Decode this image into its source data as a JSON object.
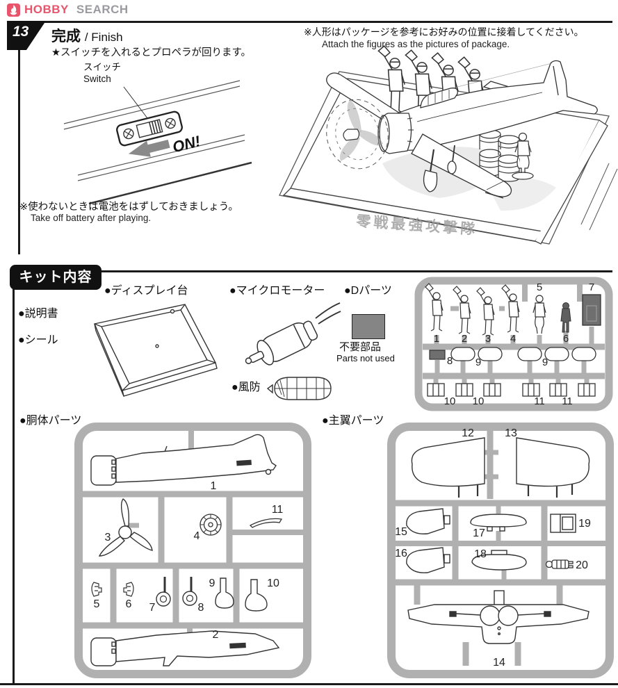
{
  "header": {
    "brand_primary": "HOBBY",
    "brand_secondary": "SEARCH",
    "brand_color": "#e8546b"
  },
  "finish": {
    "step": "13",
    "title_jp": "完成",
    "title_en": "/ Finish",
    "propeller_note": "★スイッチを入れるとプロペラが回ります。",
    "switch_jp": "スイッチ",
    "switch_en": "Switch",
    "on_label": "ON!",
    "battery_jp": "※使わないときは電池をはずしておきましょう。",
    "battery_en": "Take off battery after playing.",
    "figures_jp": "※人形はパッケージを参考にお好みの位置に接着してください。",
    "figures_en": "Attach the figures as the pictures of package.",
    "base_plate_text": "零戦最強攻撃隊"
  },
  "kit": {
    "title": "キット内容",
    "manual_label": "●説明書",
    "seal_label": "●シール",
    "display_label": "●ディスプレイ台",
    "motor_label": "●マイクロモーター",
    "dparts_label": "●Dパーツ",
    "windshield_label": "●風防",
    "fuselage_label": "●胴体パーツ",
    "wing_label": "●主翼パーツ",
    "unused_jp": "不要部品",
    "unused_en": "Parts not used",
    "d_nums": [
      "1",
      "2",
      "3",
      "4",
      "5",
      "6",
      "7",
      "8",
      "9",
      "9",
      "10",
      "10",
      "11",
      "11"
    ],
    "f_nums": [
      "1",
      "3",
      "4",
      "11",
      "5",
      "6",
      "7",
      "8",
      "9",
      "10",
      "2"
    ],
    "w_nums": [
      "12",
      "13",
      "15",
      "16",
      "17",
      "18",
      "19",
      "20",
      "14"
    ]
  }
}
